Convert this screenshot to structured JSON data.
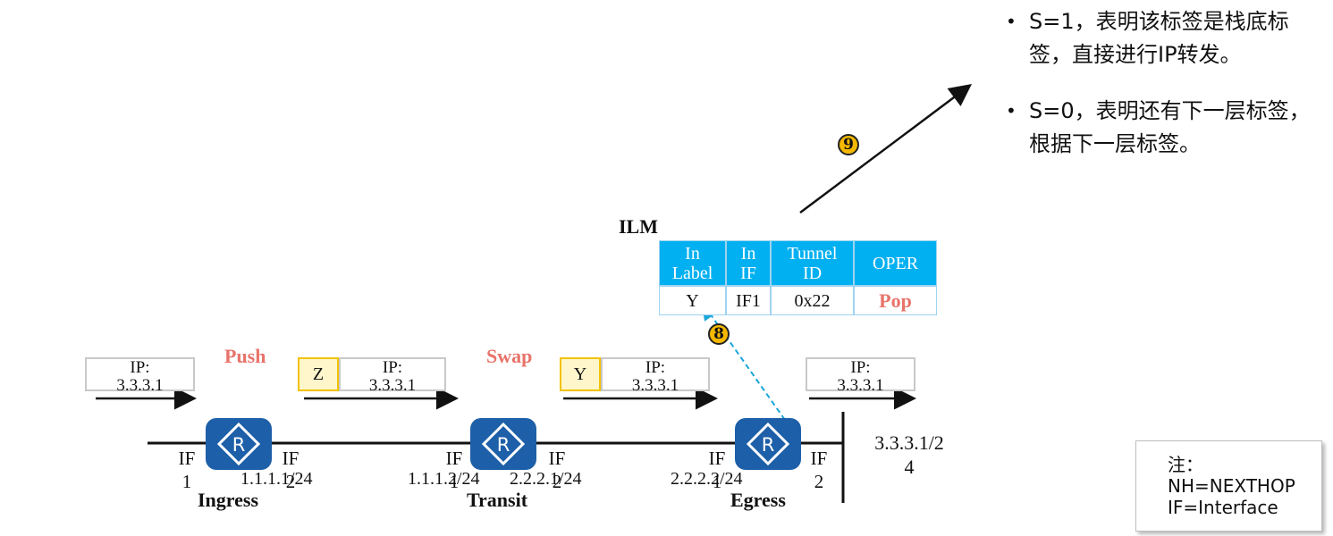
{
  "bullets": [
    {
      "text": "S=1，表明该标签是栈底标签，直接进行IP转发。"
    },
    {
      "text": "S=0，表明还有下一层标签，根据下一层标签。"
    }
  ],
  "ilm": {
    "title": "ILM",
    "headers": [
      [
        "In",
        "Label"
      ],
      [
        "In",
        "IF"
      ],
      [
        "Tunnel",
        "ID"
      ],
      [
        "OPER"
      ]
    ],
    "row": [
      "Y",
      "IF1",
      "0x22",
      "Pop"
    ]
  },
  "steps": [
    "8",
    "9"
  ],
  "packets": [
    {
      "ip": [
        "IP:",
        "3.3.3.1"
      ]
    },
    {
      "label": "Z",
      "ip": [
        "IP:",
        "3.3.3.1"
      ]
    },
    {
      "label": "Y",
      "ip": [
        "IP:",
        "3.3.3.1"
      ]
    },
    {
      "ip": [
        "IP:",
        "3.3.3.1"
      ]
    }
  ],
  "operations": [
    "Push",
    "Swap"
  ],
  "routers": [
    {
      "name": "Ingress",
      "if_left": [
        "IF",
        "1"
      ],
      "if_right": [
        "IF",
        "2"
      ],
      "ip_right": "1.1.1.1/24"
    },
    {
      "name": "Transit",
      "if_left": [
        "IF",
        "1"
      ],
      "if_right": [
        "IF",
        "2"
      ],
      "ip_left": "1.1.1.2/24",
      "ip_right": "2.2.2.1/24"
    },
    {
      "name": "Egress",
      "if_left": [
        "IF",
        "1"
      ],
      "if_right": [
        "IF",
        "2"
      ],
      "ip_left": "2.2.2.2/24"
    }
  ],
  "destination": [
    "3.3.3.1/2",
    "4"
  ],
  "note": [
    "注：",
    "NH=NEXTHOP",
    "IF=Interface"
  ],
  "colors": {
    "header_blue": "#00b0f0",
    "router_blue": "#1d5fa8",
    "label_yellow": "#f2c200",
    "op_red": "#e8736a"
  }
}
